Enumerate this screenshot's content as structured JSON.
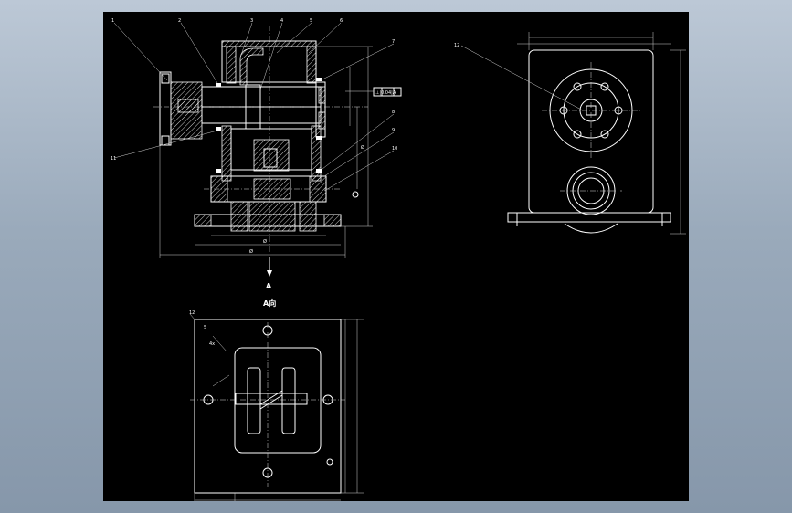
{
  "drawing": {
    "view_label": "A",
    "view_title": "A向",
    "callouts_section": [
      "1",
      "2",
      "3",
      "4",
      "5",
      "6",
      "7",
      "8",
      "9",
      "10",
      "11"
    ],
    "callout_right": "12",
    "tolerance_frame": "⊥|0.04|A",
    "colors": {
      "background": "#000000",
      "lines": "#ffffff",
      "frame": "#9aaabb"
    }
  }
}
